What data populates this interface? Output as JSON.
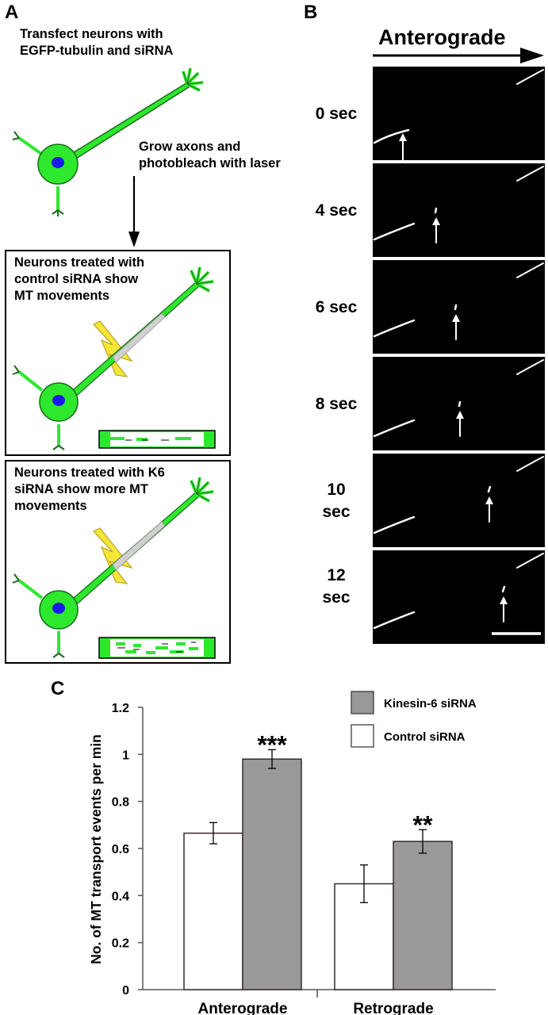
{
  "panel_a": {
    "label": "A",
    "step1": [
      "Transfect neurons with",
      "EGFP-tubulin and siRNA"
    ],
    "step2": [
      "Grow axons and",
      "photobleach with laser"
    ],
    "box1": [
      "Neurons treated with",
      "control siRNA show",
      "MT movements"
    ],
    "box2": [
      "Neurons treated with K6",
      "siRNA show more MT",
      "movements"
    ],
    "colors": {
      "cell": "#2ee82e",
      "nucleus": "#1a1aee",
      "bleach": "#d0d0d0",
      "bolt": "#f7e63a"
    }
  },
  "panel_b": {
    "label": "B",
    "direction_label": "Anterograde",
    "timepoints": [
      {
        "line1": "0 sec",
        "line2": ""
      },
      {
        "line1": "4 sec",
        "line2": ""
      },
      {
        "line1": "6 sec",
        "line2": ""
      },
      {
        "line1": "8 sec",
        "line2": ""
      },
      {
        "line1": "10",
        "line2": "sec"
      },
      {
        "line1": "12",
        "line2": "sec"
      }
    ]
  },
  "panel_c": {
    "label": "C"
  },
  "chart_data": {
    "type": "bar",
    "categories": [
      "Anterograde",
      "Retrograde"
    ],
    "series": [
      {
        "name": "Control siRNA",
        "values": [
          0.665,
          0.45
        ],
        "errors": [
          0.045,
          0.08
        ],
        "color": "#ffffff"
      },
      {
        "name": "Kinesin-6 siRNA",
        "values": [
          0.98,
          0.63
        ],
        "errors": [
          0.04,
          0.05
        ],
        "color": "#999999"
      }
    ],
    "significance": [
      "***",
      "**"
    ],
    "ylabel": "No. of MT transport events per min",
    "xlabel": "",
    "ylim": [
      0,
      1.2
    ],
    "yticks": [
      "0",
      "0.2",
      "0.4",
      "0.6",
      "0.8",
      "1",
      "1.2"
    ],
    "legend": [
      "Kinesin-6 siRNA",
      "Control siRNA"
    ],
    "legend_position": "top-right"
  }
}
